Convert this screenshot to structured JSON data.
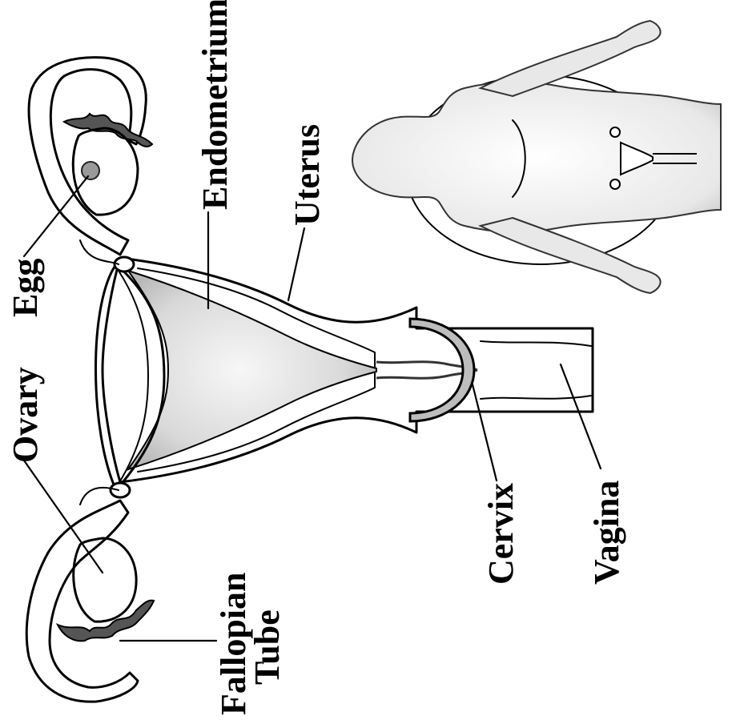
{
  "labels": {
    "egg": "Egg",
    "ovary": "Ovary",
    "endometrium": "Endometrium",
    "uterus": "Uterus",
    "fallopian_tube_line1": "Fallopian",
    "fallopian_tube_line2": "Tube",
    "cervix": "Cervix",
    "vagina": "Vagina"
  },
  "colors": {
    "ink": "#000000",
    "uterine_shade": "#cfcfcf",
    "body_shade": "#e6e6e6",
    "background": "#ffffff"
  }
}
